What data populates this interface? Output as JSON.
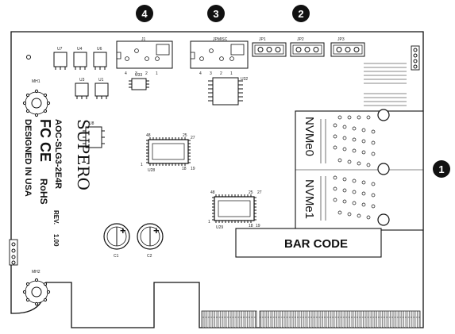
{
  "callouts": [
    {
      "label": "4"
    },
    {
      "label": "3"
    },
    {
      "label": "2"
    },
    {
      "label": "1"
    }
  ],
  "ports": {
    "nvme0": "NVMe0",
    "nvme1": "NVMe1"
  },
  "barcode": "BAR CODE",
  "branding": {
    "brand": "SUPERO",
    "model": "AOC-SLG3-2E4R",
    "certs": "FC CE",
    "rohs": "RoHS",
    "designed": "DESIGNED IN USA",
    "rev_label": "REV.",
    "rev_value": "1.00"
  },
  "components": {
    "jumpers_top": [
      "JP1",
      "JP2",
      "JP3"
    ],
    "connectors": [
      "J1",
      "JPMISC"
    ],
    "pin_numbers": [
      "4",
      "3",
      "2",
      "1"
    ],
    "chips": [
      "U28",
      "U29",
      "U32",
      "U33",
      "U8"
    ],
    "regs": [
      "U7",
      "U4",
      "U6",
      "U3",
      "U1"
    ],
    "mounting": [
      "MH1",
      "MH2"
    ],
    "caps": [
      "C1",
      "C2"
    ],
    "pin_labels": [
      "48",
      "25",
      "27",
      "1",
      "18",
      "19"
    ]
  }
}
